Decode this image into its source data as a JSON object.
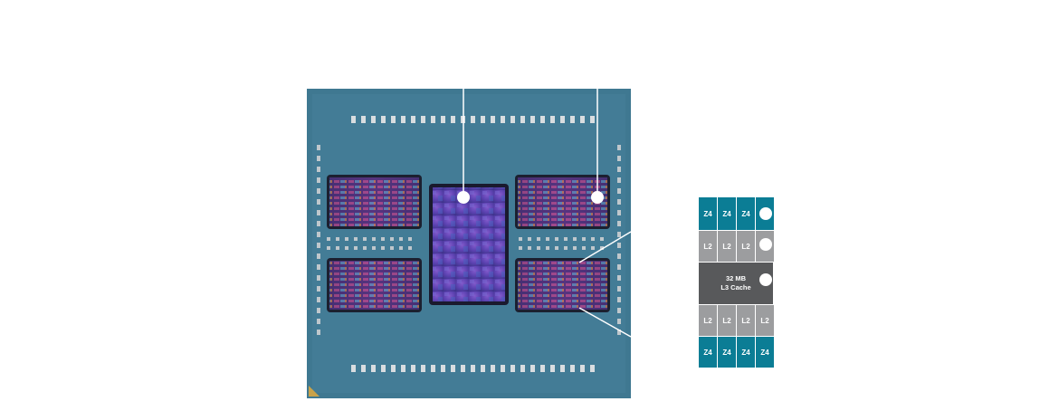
{
  "colors": {
    "background": "#ffffff",
    "package": "#3f7891",
    "core_block": "#0b7d95",
    "l2_block": "#9c9d9f",
    "l3_block": "#58595b",
    "callout": "#ffffff"
  },
  "ccd_diagram": {
    "top_cores": [
      "Z4",
      "Z4",
      "Z4",
      ""
    ],
    "top_l2": [
      "L2",
      "L2",
      "L2",
      ""
    ],
    "l3": {
      "size": "32 MB",
      "label": "L3 Cache"
    },
    "bottom_l2": [
      "L2",
      "L2",
      "L2",
      "L2"
    ],
    "bottom_cores": [
      "Z4",
      "Z4",
      "Z4",
      "Z4"
    ]
  }
}
